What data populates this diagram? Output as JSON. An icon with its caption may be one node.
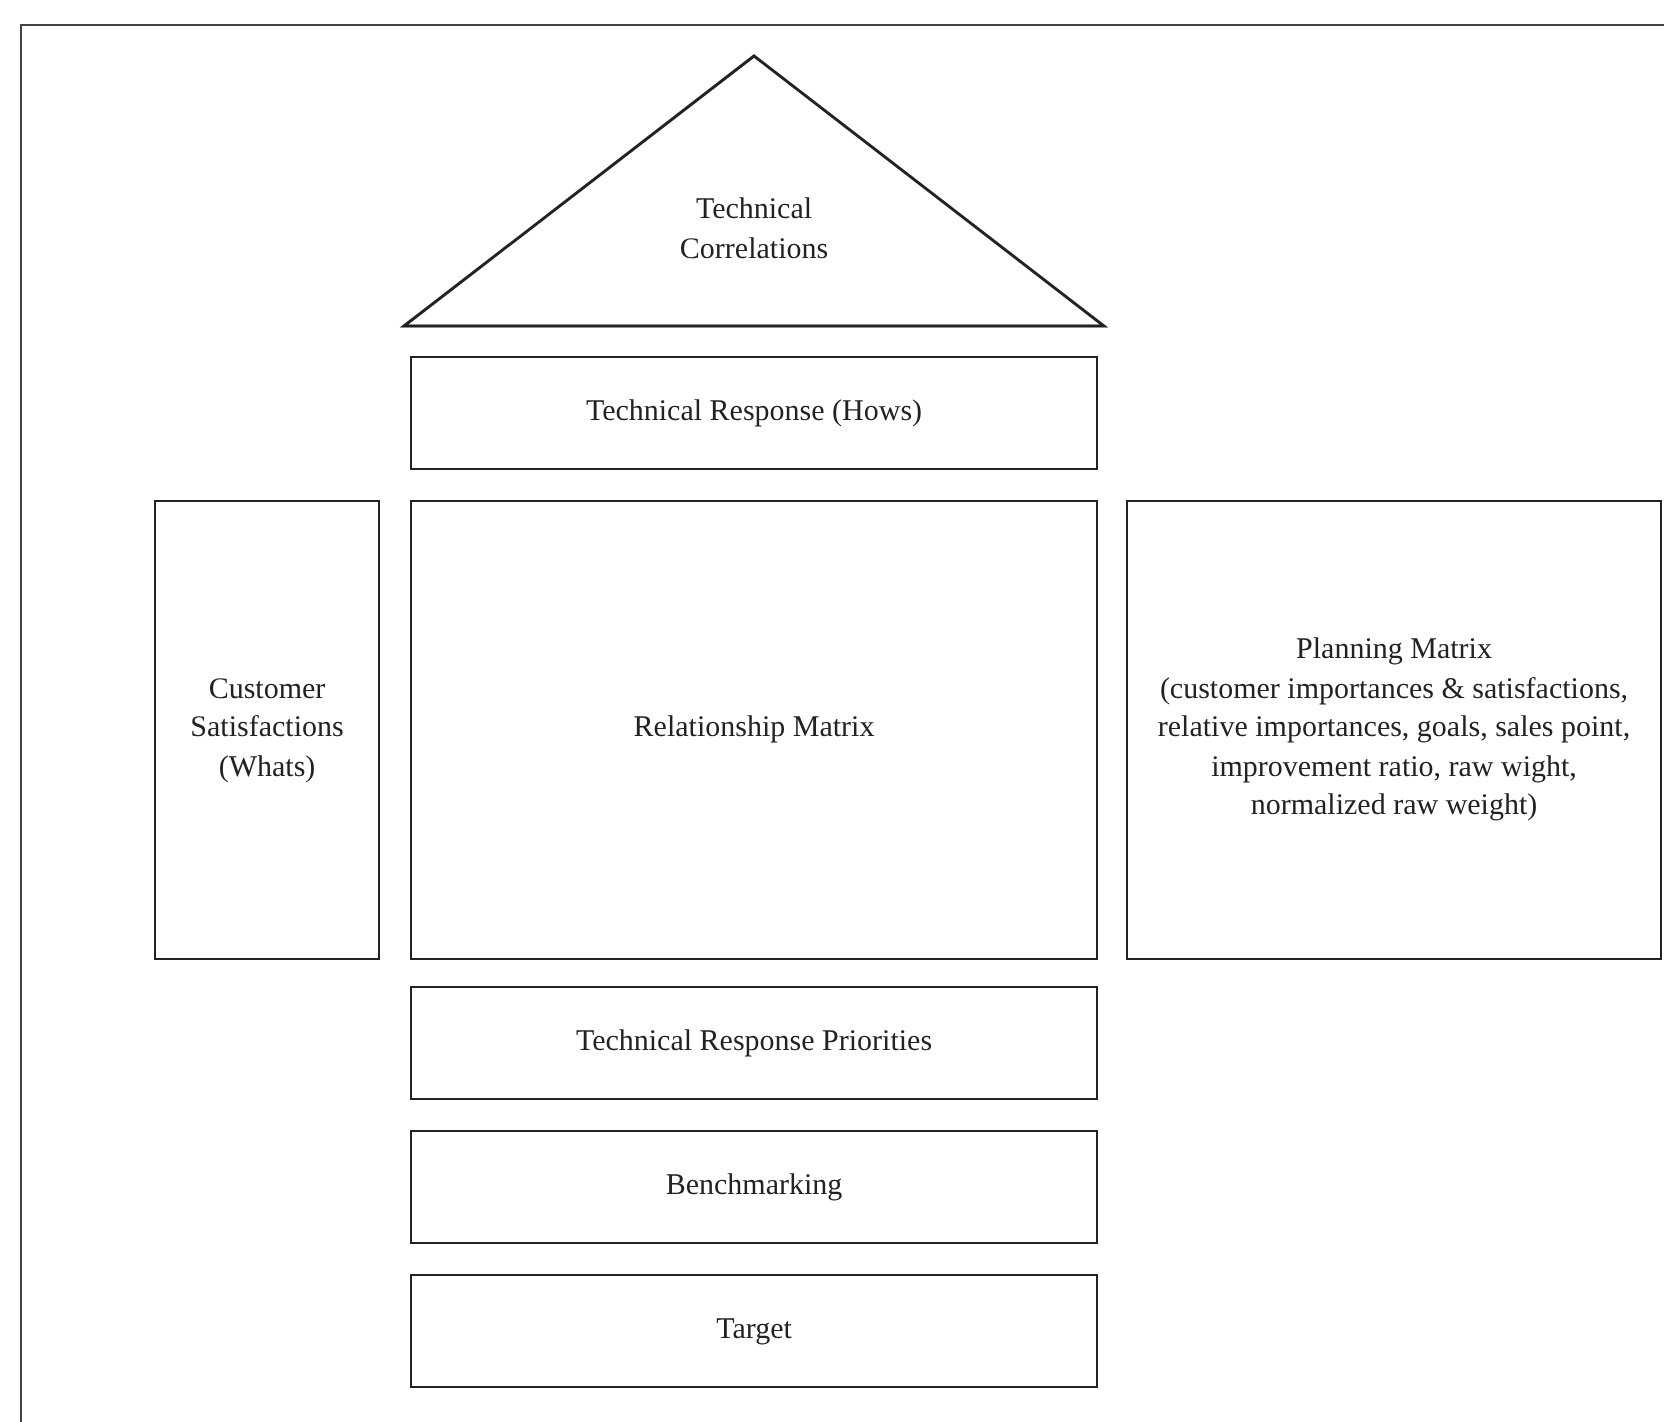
{
  "diagram": {
    "nodes": [
      {
        "text": [
          "Technical Correlations"
        ]
      },
      {
        "text": [
          "Technical Response (Hows)"
        ]
      },
      {
        "text": [
          "Customer Satisfactions (Whats)"
        ]
      },
      {
        "text": [
          "Relationship Matrix"
        ]
      },
      {
        "text": [
          "Planning Matrix",
          "(customer importances & satisfactions, relative importances, goals, sales point, improvement ratio, raw wight, normalized raw weight)"
        ]
      },
      {
        "text": [
          "Technical Response Priorities"
        ]
      },
      {
        "text": [
          "Benchmarking"
        ]
      },
      {
        "text": [
          "Target"
        ]
      }
    ],
    "edges": []
  }
}
